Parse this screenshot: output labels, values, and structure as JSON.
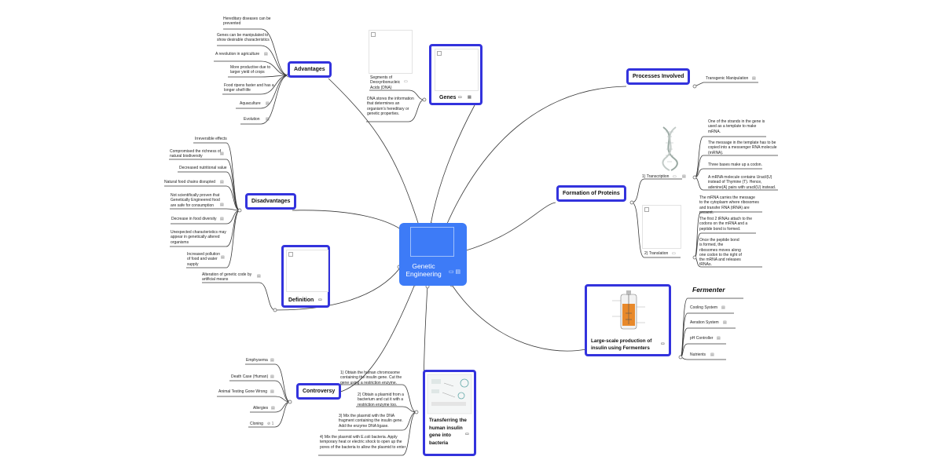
{
  "center": {
    "title": "Genetic Engineering",
    "icons": "▭ ▤"
  },
  "icons": {
    "note": "▭",
    "link": "▤",
    "attach": "⊘ 1"
  },
  "branches": {
    "advantages": {
      "label": "Advantages",
      "items": [
        "Hereditary diseases can be prevented",
        "Genes can be manipulated to show desirable characteristics",
        "A revolution in agriculture",
        "More productive due to larger yield of crops",
        "Food ripens faster and has a longer shelf-life",
        "Aquaculture",
        "Evolution"
      ]
    },
    "genes": {
      "label": "Genes",
      "items": [
        "Segments of Deoxyribonucleic Acids (DNA)",
        "DNA stores the information that determines an organism's hereditary or genetic properties."
      ]
    },
    "processes": {
      "label": "Processes Involved",
      "items": [
        "Transgenic Manipulation"
      ]
    },
    "disadvantages": {
      "label": "Disadvantages",
      "items": [
        "Irreversible effects",
        "Compromised the richness of natural biodiversity",
        "Decreased nutritional value",
        "Natural food chains disrupted",
        "Not scientifically proven that Genetically Engineered food are safe for consumption",
        "Decrease in food diversity",
        "Unexpected characteristics may appear in genetically altered organisms",
        "Increased pollution of food and water supply"
      ]
    },
    "definition": {
      "label": "Definition",
      "items": [
        "Alteration of genetic code by artificial means"
      ]
    },
    "proteins": {
      "label": "Formation of Proteins",
      "transcription": {
        "label": "1) Transcription",
        "items": [
          "One of the strands in the gene is used as a template to make mRNA.",
          "The message in the template has to be copied into a messenger RNA molecule (mRNA).",
          "Three bases make up a codon.",
          "A mRNA molecule contains Uracil(U) instead of Thymine (T). Hence, adenine(A) pairs with uracil(U) instead."
        ]
      },
      "translation": {
        "label": "2) Translation",
        "items": [
          "The mRNA carries the message to the cytoplasm where ribosomes and transfer RNA (tRNA) are present.",
          "The first 2 tRNAs attach to the codons on the mRNA and a peptide bond is formed.",
          "Once the peptide bond is formed, the ribosomes moves along one codon to the right of the mRNA and releases tRNAs."
        ]
      }
    },
    "insulin": {
      "label": "Large-scale production of insulin using Fermenters",
      "fermenter_title": "Fermenter",
      "items": [
        "Cooling System",
        "Aeration System",
        "pH Controller",
        "Nutrients"
      ]
    },
    "controversy": {
      "label": "Controversy",
      "items": [
        "Emphysema",
        "Death Case (Human)",
        "Animal Testing Gone Wrong",
        "Allergies",
        "Cloning"
      ]
    },
    "transferring": {
      "label": "Transferring the human insulin gene into bacteria",
      "items": [
        "1) Obtain the human chromosome containing the insulin gene. Cut the gene using a restriction enzyme.",
        "2) Obtain a plasmid from a bacterium and cut it with a restriction enzyme too.",
        "3) Mix the plasmid with the DNA fragment containing the insulin gene. Add the enzyme DNA ligase.",
        "4) Mix the plasmid with E.coli bacteria. Apply temporary heat or electric shock to open up the pores of the bacteria to allow the plasmid to enter"
      ]
    }
  }
}
